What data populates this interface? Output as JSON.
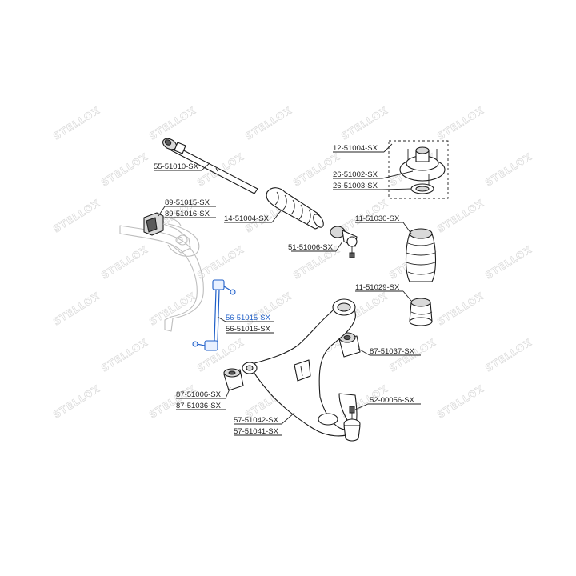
{
  "brand": {
    "watermark_text": "STELLOX"
  },
  "highlight_color": "#1f5fc8",
  "labels": {
    "p55_51010": "55-51010-SX",
    "p89_51015": "89-51015-SX",
    "p89_51016": "89-51016-SX",
    "p14_51004": "14-51004-SX",
    "p12_51004": "12-51004-SX",
    "p26_51002": "26-51002-SX",
    "p26_51003": "26-51003-SX",
    "p11_51030": "11-51030-SX",
    "p51_51006": "51-51006-SX",
    "p56_51015": "56-51015-SX",
    "p56_51016": "56-51016-SX",
    "p11_51029": "11-51029-SX",
    "p87_51037": "87-51037-SX",
    "p87_51006": "87-51006-SX",
    "p87_51036": "87-51036-SX",
    "p52_00056": "52-00056-SX",
    "p57_51042": "57-51042-SX",
    "p57_51041": "57-51041-SX"
  }
}
